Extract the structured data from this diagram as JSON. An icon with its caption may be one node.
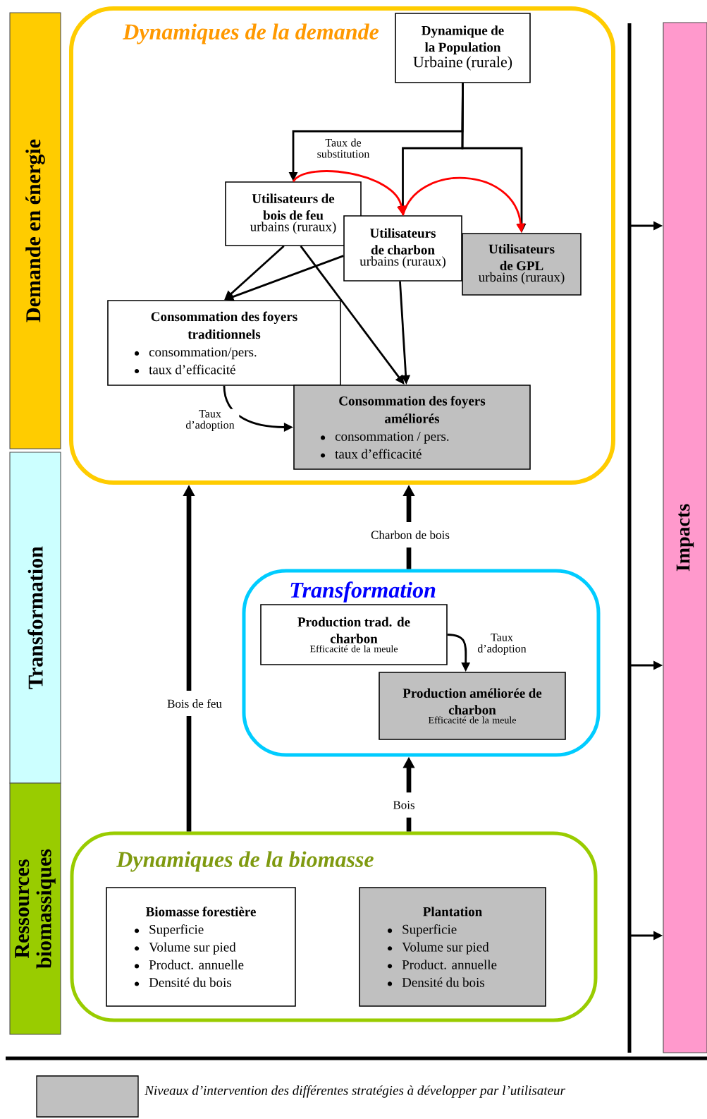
{
  "diagram": {
    "nodes": [
      {
        "text": [
          "Demande en énergie"
        ]
      },
      {
        "text": [
          "Transformation"
        ]
      },
      {
        "text": [
          "Ressources biomassiques"
        ]
      },
      {
        "text": [
          "Impacts"
        ]
      },
      {
        "text": [
          "Dynamiques de la demande"
        ]
      },
      {
        "text": [
          "Dynamique de la Population",
          "Urbaine (rurale)"
        ],
        "in": 4
      },
      {
        "text": [
          "Utilisateurs de bois de feu",
          "urbains (ruraux)"
        ],
        "in": 4
      },
      {
        "text": [
          "Utilisateurs de charbon",
          "urbains (ruraux)"
        ],
        "in": 4
      },
      {
        "text": [
          "Utilisateurs de GPL",
          "urbains (ruraux)"
        ],
        "in": 4
      },
      {
        "text": [
          "Consommation des foyers traditionnels",
          "consommation/pers.",
          "taux d’efficacité"
        ],
        "in": 4
      },
      {
        "text": [
          "Consommation des foyers améliorés",
          "consommation / pers.",
          "taux d’efficacité"
        ],
        "in": 4
      },
      {
        "text": [
          "Transformation"
        ]
      },
      {
        "text": [
          "Production trad. de charbon",
          "Efficacité de la meule"
        ],
        "in": 11
      },
      {
        "text": [
          "Production améliorée de charbon",
          "Efficacité de la meule"
        ],
        "in": 11
      },
      {
        "text": [
          "Dynamiques de la biomasse"
        ]
      },
      {
        "text": [
          "Biomasse forestière",
          "Superficie",
          "Volume sur pied",
          "Product. annuelle",
          "Densité du bois"
        ],
        "in": 14
      },
      {
        "text": [
          "Plantation",
          "Superficie",
          "Volume sur pied",
          "Product. annuelle",
          "Densité du bois"
        ],
        "in": 14
      }
    ],
    "edges": [
      {
        "from": 5,
        "to": 6,
        "arrow": "to"
      },
      {
        "from": 5,
        "to": 7,
        "arrow": "to"
      },
      {
        "from": 5,
        "to": 8,
        "arrow": "to"
      },
      {
        "from": 6,
        "to": 7,
        "arrow": "to",
        "label": "Taux de substitution",
        "color": "#ff0000"
      },
      {
        "from": 7,
        "to": 8,
        "arrow": "to",
        "color": "#ff0000"
      },
      {
        "from": 6,
        "to": 9,
        "arrow": "to"
      },
      {
        "from": 7,
        "to": 9,
        "arrow": "to"
      },
      {
        "from": 6,
        "to": 10,
        "arrow": "to"
      },
      {
        "from": 7,
        "to": 10,
        "arrow": "to"
      },
      {
        "from": 9,
        "to": 10,
        "arrow": "to",
        "label": "Taux d’adoption"
      },
      {
        "from": 12,
        "to": 13,
        "arrow": "to",
        "label": "Taux d’adoption"
      },
      {
        "from": 11,
        "to": 4,
        "arrow": "to",
        "label": "Charbon de bois",
        "style": "thick"
      },
      {
        "from": 14,
        "to": 4,
        "arrow": "to",
        "label": "Bois de feu",
        "style": "thick"
      },
      {
        "from": 14,
        "to": 11,
        "arrow": "to",
        "label": "Bois",
        "style": "thick"
      },
      {
        "from": null,
        "to": 3,
        "arrow": "to"
      },
      {
        "from": null,
        "to": 3,
        "arrow": "to"
      },
      {
        "from": null,
        "to": 3,
        "arrow": "to"
      }
    ],
    "legend": [
      {
        "text": "Niveaux d’intervention des différentes stratégies à développer par l’utilisateur",
        "color": "#c0c0c0"
      }
    ]
  }
}
